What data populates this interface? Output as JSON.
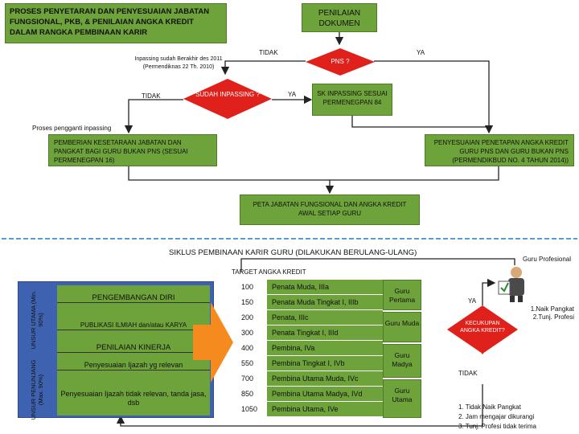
{
  "header": {
    "title": "PROSES PENYETARAN DAN PENYESUAIAN JABATAN FUNGSIONAL, PKB, & PENILAIAN ANGKA KREDIT DALAM RANGKA PEMBINAAN KARIR",
    "penilaian": "PENILAIAN DOKUMEN"
  },
  "top_flow": {
    "tidak_top": "TIDAK",
    "ya_top": "YA",
    "pns_q": "PNS ?",
    "inpassing_note": "Inpassing sudah Berakhir des 2011 (Permendiknas 22 Th. 2010)",
    "tidak_left": "TIDAK",
    "sudah_inpassing": "SUDAH INPASSING ?",
    "ya_mid": "YA",
    "sk_inpassing": "SK INPASSING SESUAI PERMENEGPAN 84",
    "proses_pengganti": "Proses pengganti inpassing",
    "pemberian": "PEMBERIAN KESETARAAN JABATAN DAN PANGKAT BAGI GURU BUKAN PNS (SESUAI PERMENEGPAN 16)",
    "penyesuaian": "PENYESUAIAN PENETAPAN ANGKA KREDIT GURU PNS DAN GURU BUKAN PNS (PERMENDIKBUD NO. 4 TAHUN 2014))",
    "peta": "PETA JABATAN FUNGSIONAL DAN ANGKA KREDIT AWAL SETIAP GURU"
  },
  "cycle": {
    "title": "SIKLUS PEMBINAAN KARIR GURU (DILAKUKAN BERULANG-ULANG)",
    "guru_profesional": "Guru Profesional",
    "target_label": "TARGET ANGKA KREDIT"
  },
  "left_panel": {
    "unsur_utama": "UNSUR UTAMA (Min. 90%)",
    "unsur_penunjang": "UNSUR PENUNJANG (Max. 90%)",
    "items": [
      "PENGEMBANGAN DIRI",
      "PUBLIKASI ILMIAH dan/atau KARYA",
      "PENILAIAN KINERJA",
      "Penyesuaian Ijazah yg relevan",
      "Penyesuaian Ijazah tidak relevan, tanda jasa, dsb"
    ]
  },
  "table": {
    "rows": [
      {
        "credit": "100",
        "rank": "Penata Muda, IIIa"
      },
      {
        "credit": "150",
        "rank": "Penata Muda Tingkat I, IIIb"
      },
      {
        "credit": "200",
        "rank": "Penata, IIIc"
      },
      {
        "credit": "300",
        "rank": "Penata Tingkat I, IIId"
      },
      {
        "credit": "400",
        "rank": "Pembina, IVa"
      },
      {
        "credit": "550",
        "rank": "Pembina Tingkat I, IVb"
      },
      {
        "credit": "700",
        "rank": "Pembina Utama Muda, IVc"
      },
      {
        "credit": "850",
        "rank": "Pembina Utama Madya, IVd"
      },
      {
        "credit": "1050",
        "rank": "Pembina Utama, IVe"
      }
    ],
    "levels": [
      "Guru Pertama",
      "Guru Muda",
      "Guru Madya",
      "Guru Utama"
    ]
  },
  "right_side": {
    "ya": "YA",
    "naik_note": "1.Naik Pangkat 2.Tunj. Profesi",
    "kecukupan": "KECUKUPAN ANGKA KREDIT?",
    "tidak": "TIDAK",
    "bottom_note_1": "1. Tidak Naik Pangkat",
    "bottom_note_2": "2. Jam mengajar dikurangi",
    "bottom_note_3": "3. Tunj. Profesi tidak terima"
  },
  "colors": {
    "green": "#6ea23a",
    "red": "#e0201b",
    "blue_panel": "#3f62b0",
    "orange": "#f58b1f",
    "dashed": "#5b9bd5"
  }
}
